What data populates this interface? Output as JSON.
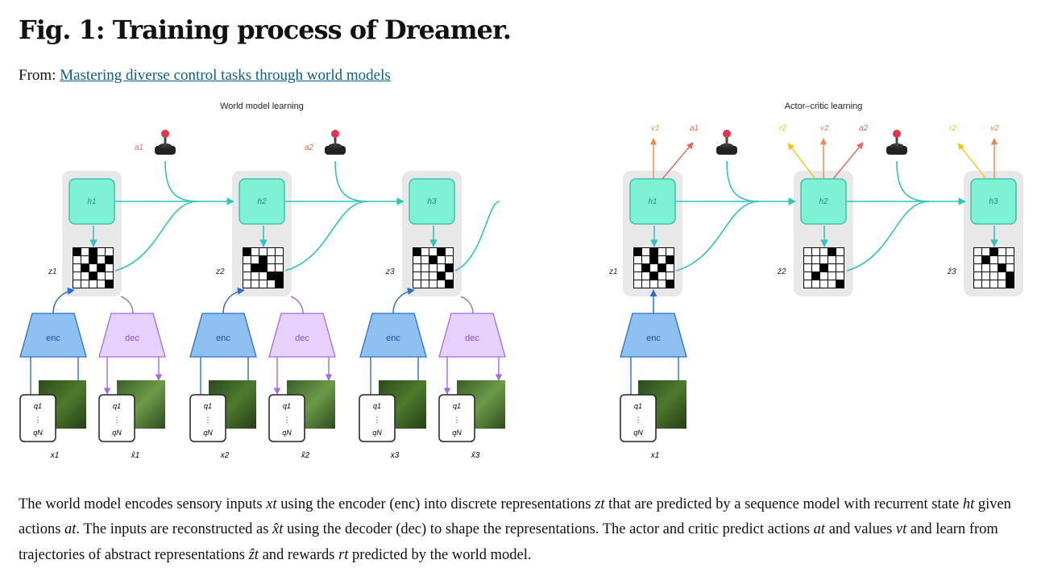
{
  "title": "Fig. 1: Training process of Dreamer.",
  "from_prefix": "From:",
  "from_link": "Mastering diverse control tasks through world models",
  "panels": {
    "left_title": "World model learning",
    "right_title": "Actor–critic learning"
  },
  "labels": {
    "enc": "enc",
    "dec": "dec",
    "h": [
      "h1",
      "h2",
      "h3"
    ],
    "z": [
      "z1",
      "z2",
      "z3"
    ],
    "zhat": [
      "ẑ2",
      "ẑ3"
    ],
    "a": [
      "a1",
      "a2"
    ],
    "x": [
      "x1",
      "x2",
      "x3"
    ],
    "xhat": [
      "x̂1",
      "x̂2",
      "x̂3"
    ],
    "v": [
      "v1",
      "v2",
      "v2"
    ],
    "r": [
      "r2",
      "r2"
    ],
    "q_top": "q1",
    "q_bottom": "qN",
    "q_dots": "⋮"
  },
  "colors": {
    "recurrent": "#2ec4c0",
    "h_fill": "#7ef2d2",
    "h_stroke": "#27bfa9",
    "enc_fill": "#8ec0f2",
    "enc_stroke": "#2b6fcc",
    "dec_fill": "#e5d1fb",
    "dec_stroke": "#a16de0",
    "action": "#e4685a",
    "value": "#ea8a4f",
    "reward": "#f2c614",
    "link": "#0b5f8a"
  },
  "caption": {
    "p1": "The world model encodes sensory inputs ",
    "v_xt": "xt",
    "p2": " using the encoder (enc) into discrete representations ",
    "v_zt": "zt",
    "p3": " that are predicted by a sequence model with recurrent state ",
    "v_ht": "ht",
    "p4": " given actions ",
    "v_at": "at",
    "p5": ". The inputs are reconstructed as ",
    "v_xhat": "x̂t",
    "p6": " using the decoder (dec) to shape the representations. The actor and critic predict actions ",
    "v_at2": "at",
    "p7": " and values ",
    "v_vt": "vt",
    "p8": " and learn from trajectories of abstract representations ",
    "v_zhat": "ẑt",
    "p9": " and rewards ",
    "v_rt": "rt",
    "p10": " predicted by the world model."
  }
}
